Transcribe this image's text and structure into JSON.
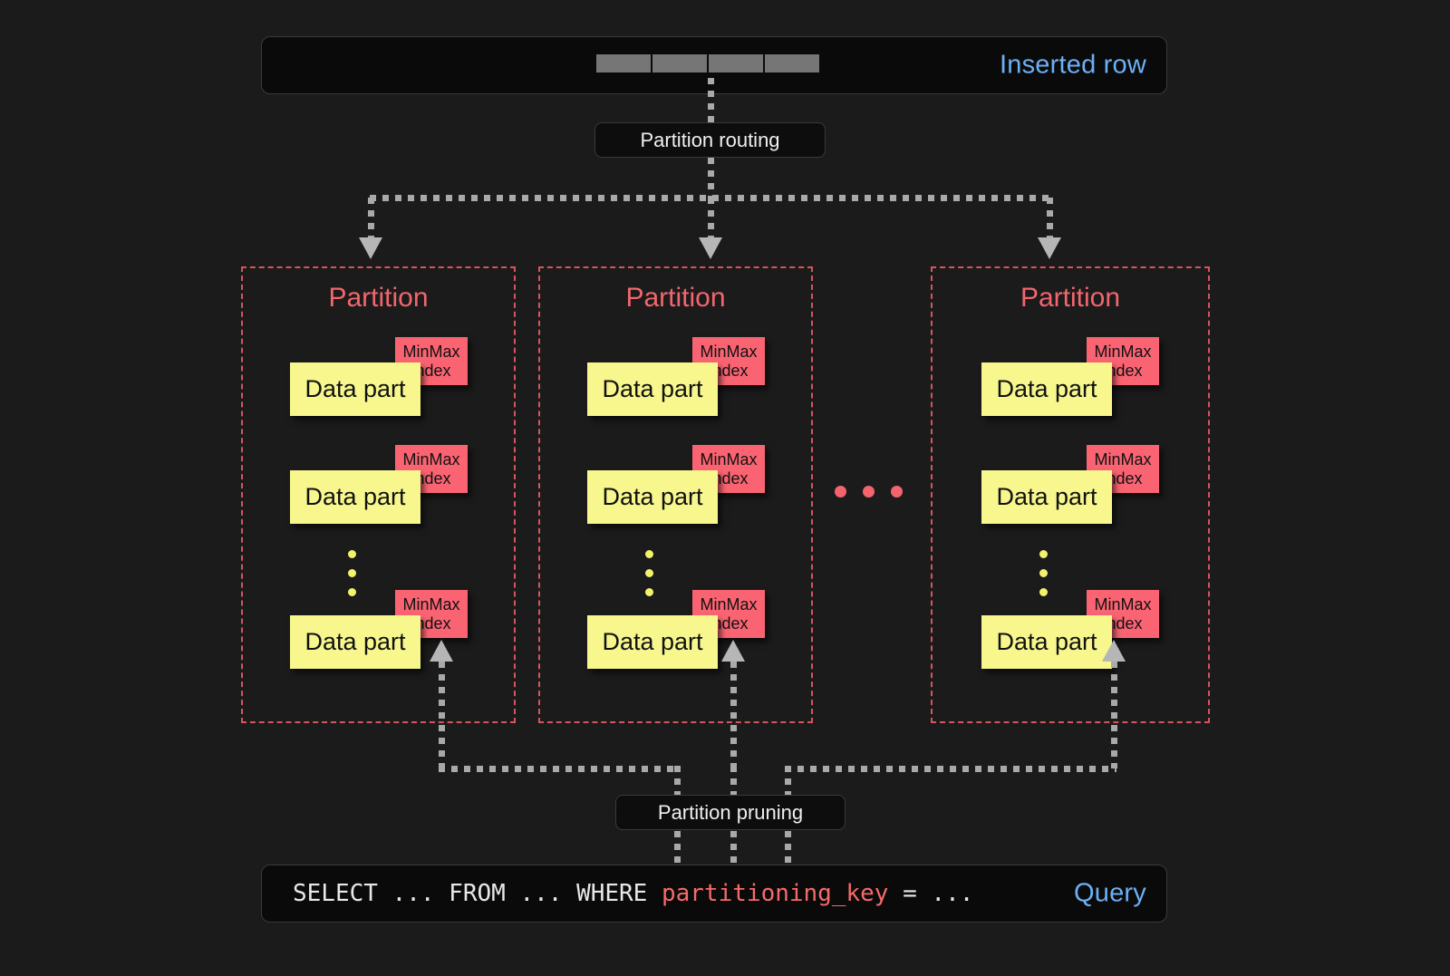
{
  "top": {
    "label": "Inserted row",
    "cells": [
      "",
      "",
      "",
      ""
    ],
    "cell_color": "#767676",
    "label_color": "#6cb0f5"
  },
  "routing": {
    "label": "Partition routing"
  },
  "pruning": {
    "label": "Partition pruning"
  },
  "partitions": [
    {
      "title": "Partition",
      "parts": [
        {
          "data_part": "Data part",
          "index_line1": "MinMax",
          "index_line2": "index"
        },
        {
          "data_part": "Data part",
          "index_line1": "MinMax",
          "index_line2": "index"
        },
        {
          "data_part": "Data part",
          "index_line1": "MinMax",
          "index_line2": "index"
        }
      ],
      "ellipsis": [
        "",
        "",
        ""
      ]
    },
    {
      "title": "Partition",
      "parts": [
        {
          "data_part": "Data part",
          "index_line1": "MinMax",
          "index_line2": "index"
        },
        {
          "data_part": "Data part",
          "index_line1": "MinMax",
          "index_line2": "index"
        },
        {
          "data_part": "Data part",
          "index_line1": "MinMax",
          "index_line2": "index"
        }
      ],
      "ellipsis": [
        "",
        "",
        ""
      ]
    },
    {
      "title": "Partition",
      "parts": [
        {
          "data_part": "Data part",
          "index_line1": "MinMax",
          "index_line2": "index"
        },
        {
          "data_part": "Data part",
          "index_line1": "MinMax",
          "index_line2": "index"
        },
        {
          "data_part": "Data part",
          "index_line1": "MinMax",
          "index_line2": "index"
        }
      ],
      "ellipsis": [
        "",
        "",
        ""
      ]
    }
  ],
  "partitions_ellipsis": [
    "",
    "",
    ""
  ],
  "bottom": {
    "label": "Query",
    "label_color": "#6cb0f5",
    "query_prefix": "SELECT ... FROM ... WHERE ",
    "query_keyword": "partitioning_key",
    "query_suffix": " = ..."
  },
  "colors": {
    "background": "#1b1b1b",
    "partition_border": "#d4555b",
    "partition_title": "#f2666d",
    "data_part": "#f7f78e",
    "minmax_index": "#fa6472",
    "connector": "#a9a9a9",
    "arrow": "#b6b6b6",
    "bar_fill": "#0a0a0a"
  }
}
